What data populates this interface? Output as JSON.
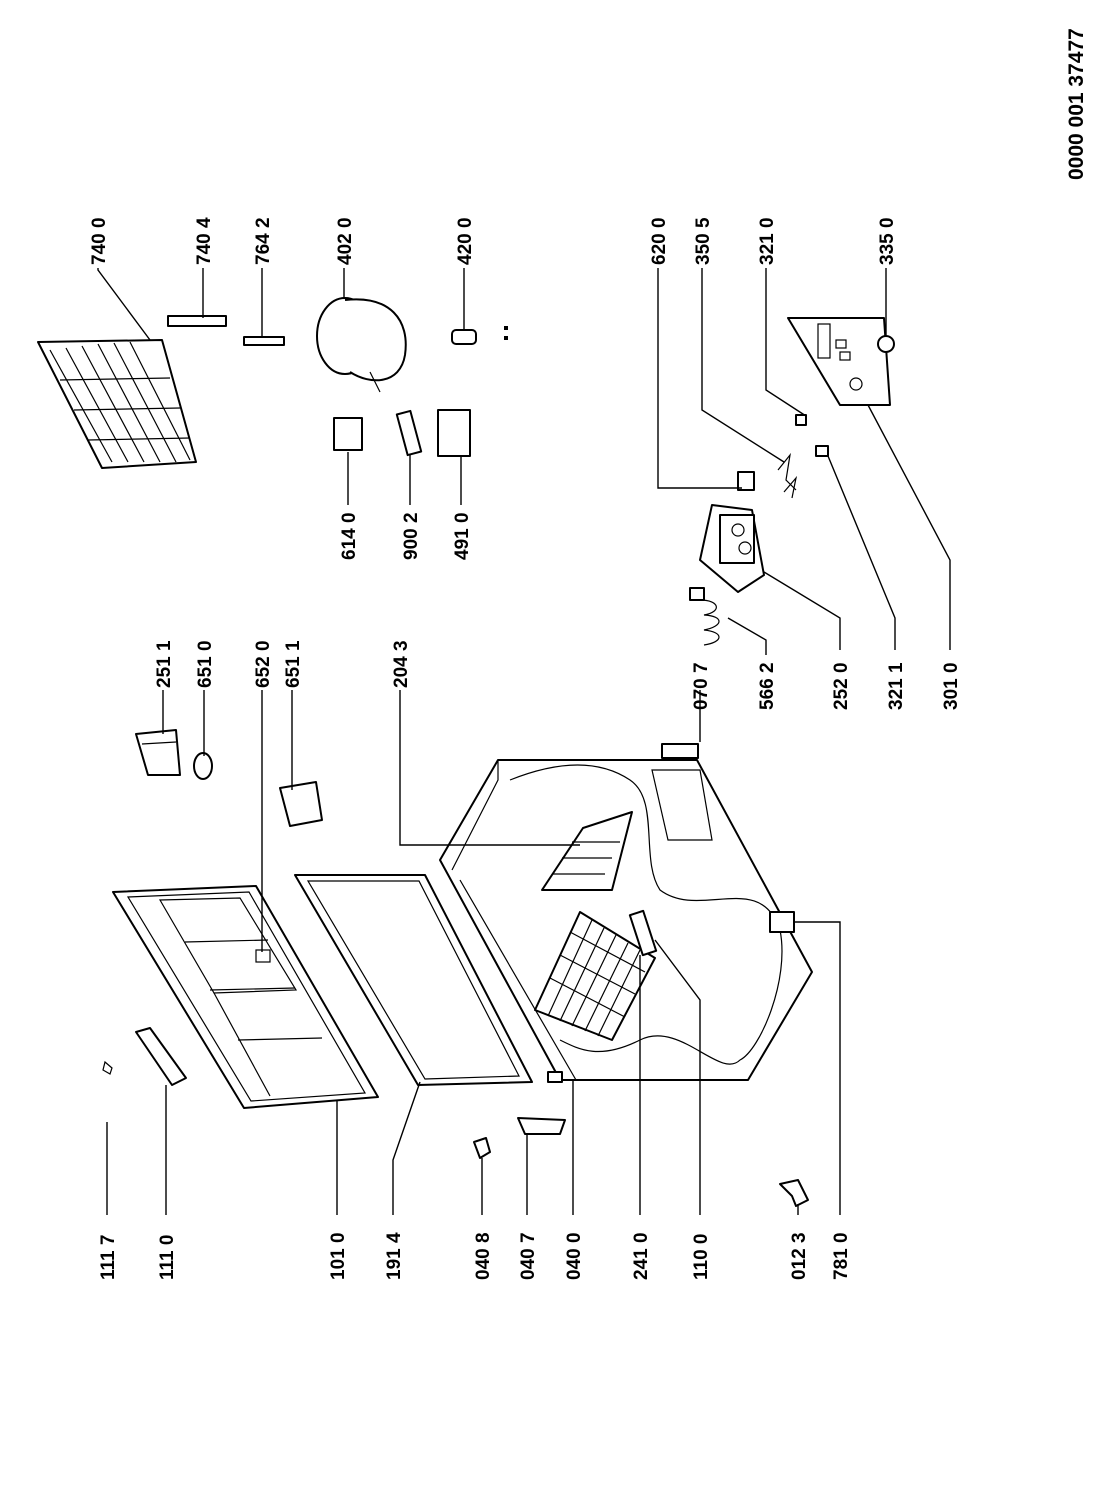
{
  "document_number": "0000 001 37477",
  "part_labels": {
    "p1117": "111 7",
    "p1110": "111 0",
    "p1010": "101 0",
    "p1914": "191 4",
    "p0408": "040 8",
    "p0407": "040 7",
    "p0400": "040 0",
    "p2410": "241 0",
    "p1100": "110 0",
    "p0123": "012 3",
    "p7810": "781 0",
    "p2511": "251 1",
    "p6510": "651 0",
    "p6520": "652 0",
    "p6511": "651 1",
    "p2043": "204 3",
    "p0707": "070 7",
    "p5662": "566 2",
    "p2520": "252 0",
    "p3211": "321 1",
    "p3010": "301 0",
    "p6140": "614 0",
    "p9002": "900 2",
    "p4910": "491 0",
    "p6200": "620 0",
    "p3505": "350 5",
    "p3210": "321 0",
    "p3350": "335 0",
    "p7400": "740 0",
    "p7404": "740 4",
    "p7642": "764 2",
    "p4020": "402 0",
    "p4200": "420 0"
  }
}
